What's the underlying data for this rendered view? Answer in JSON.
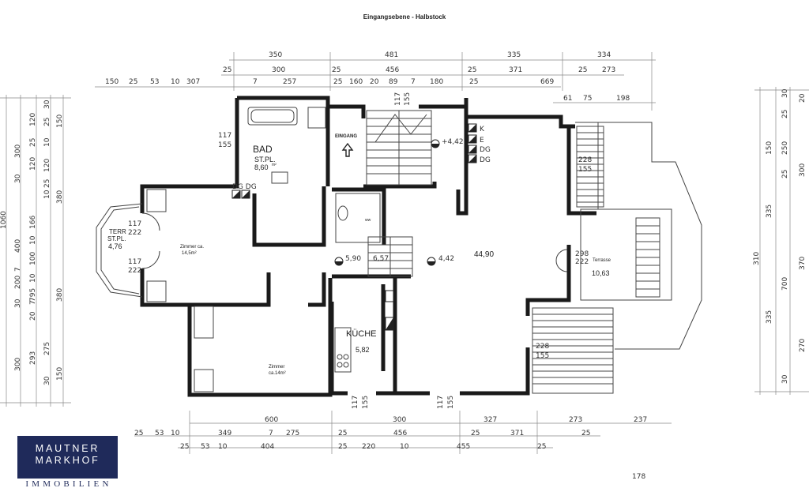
{
  "title": "Eingangsebene - Halbstock",
  "logo": {
    "line1": "MAUTNER",
    "line2": "MARKHOF",
    "sub": "IMMOBILIEN"
  },
  "rooms": {
    "bad": {
      "name": "BAD",
      "sub": "ST.PL.",
      "area": "8,60",
      "sup": "m²"
    },
    "eingang": {
      "name": "EINGANG"
    },
    "zimmer1": {
      "name": "Zimmer ca.",
      "area": "14,5m²"
    },
    "zimmer2": {
      "name": "Zimmer",
      "area": "ca.14m²"
    },
    "terr_left": {
      "line1": "TERR",
      "line2": "ST.PL.",
      "area": "4,76"
    },
    "kueche": {
      "name": "KÜCHE",
      "area": "5,82"
    },
    "wohnen": {
      "area": "44,90"
    },
    "terrasse": {
      "name": "Terrasse",
      "area": "10,63"
    },
    "wc": {
      "name": "ww"
    }
  },
  "labels": {
    "k": "K",
    "e": "E",
    "dg1": "DG",
    "dg2": "DG",
    "dgdg": "DG DG",
    "h442a": "+4,42",
    "h442b": "4,42",
    "h590": "5,90",
    "h657": "6,57",
    "door117_155": [
      "117",
      "155"
    ],
    "door228_155a": [
      "228",
      "155"
    ],
    "door228_155b": [
      "228",
      "155"
    ],
    "door298_222": [
      "298",
      "222"
    ],
    "door117_222a": [
      "117",
      "222"
    ],
    "door117_222b": [
      "117",
      "222"
    ],
    "stair117_155": [
      "117",
      "155"
    ],
    "bot117_155a": [
      "117",
      "155"
    ],
    "bot117_155b": [
      "117",
      "155"
    ]
  },
  "dims": {
    "top1": [
      "350",
      "481",
      "335",
      "334"
    ],
    "top2": [
      "25",
      "300",
      "25",
      "456",
      "25",
      "371",
      "25",
      "273"
    ],
    "top3": [
      "150",
      "25",
      "53",
      "10",
      "307",
      "7",
      "257",
      "25",
      "160",
      "20",
      "89",
      "7",
      "180",
      "25",
      "669"
    ],
    "top4": [
      "61",
      "75",
      "198"
    ],
    "bot1": [
      "600",
      "300",
      "327",
      "273",
      "237"
    ],
    "bot2": [
      "25",
      "53",
      "10",
      "349",
      "7",
      "275",
      "25",
      "456",
      "25",
      "371",
      "25"
    ],
    "bot3": [
      "25",
      "53",
      "10",
      "404",
      "25",
      "220",
      "10",
      "455",
      "25"
    ],
    "bot4": [
      "178"
    ],
    "left1": [
      "1060",
      "400",
      "7",
      "200",
      "30",
      "300"
    ],
    "left2": [
      "300",
      "30",
      "166",
      "10",
      "100",
      "10",
      "795",
      "20",
      "293"
    ],
    "left3": [
      "30",
      "10",
      "120",
      "25",
      "10",
      "380",
      "380",
      "275"
    ],
    "left4": [
      "150",
      "25",
      "120",
      "25",
      "150"
    ],
    "left5": [
      "120",
      "7",
      "30"
    ],
    "right1": [
      "150",
      "335",
      "310",
      "700",
      "335",
      "30"
    ],
    "right2": [
      "30",
      "25",
      "250",
      "25",
      "370",
      "270"
    ],
    "right3": [
      "300",
      "20"
    ]
  }
}
